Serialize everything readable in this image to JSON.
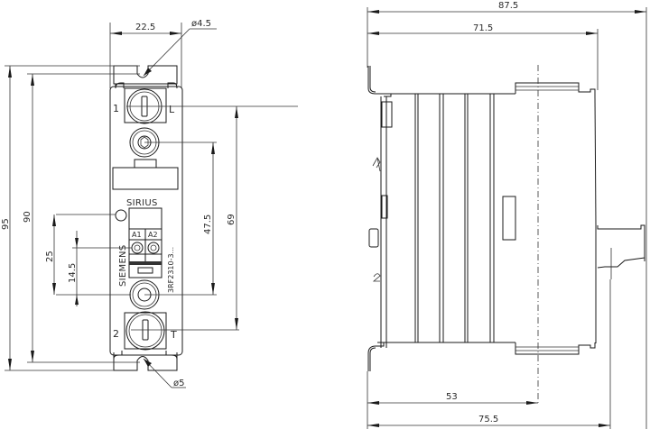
{
  "front_view": {
    "dimensions": {
      "width_top": "22.5",
      "hole_top": "ø4.5",
      "hole_bottom": "ø5",
      "height_overall": "95",
      "height_body": "90",
      "d25": "25",
      "d14_5": "14.5",
      "d47_5": "47.5",
      "d69": "69"
    },
    "labels": {
      "terminal_1": "1",
      "terminal_L": "L",
      "terminal_2": "2",
      "terminal_T": "T",
      "brand_series": "SIRIUS",
      "manufacturer": "SIEMENS",
      "control_a1": "A1",
      "control_a2": "A2",
      "part_number": "3RF2310-3..."
    }
  },
  "side_view": {
    "dimensions": {
      "depth_overall": "87.5",
      "depth_body": "71.5",
      "depth_center": "53",
      "depth_bottom": "75.5"
    }
  }
}
